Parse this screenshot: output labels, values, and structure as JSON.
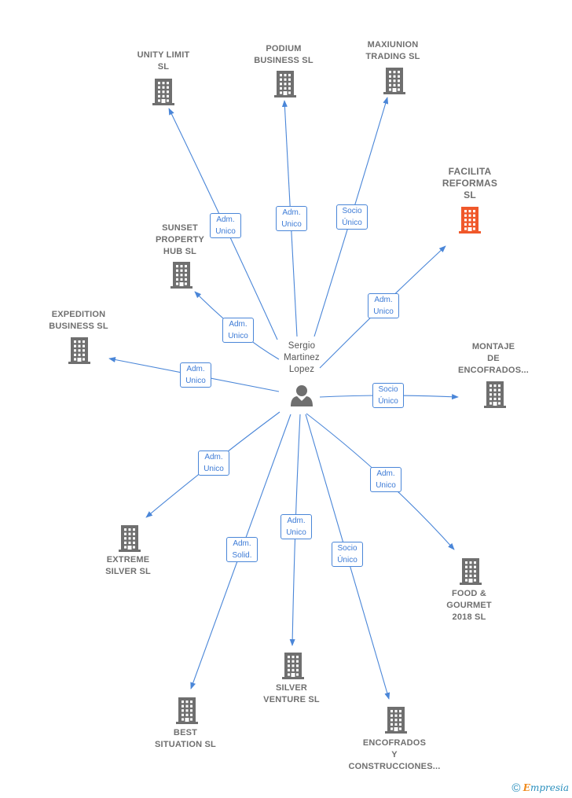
{
  "center": {
    "label": "Sergio\nMartinez\nLopez",
    "icon": "person-icon"
  },
  "nodes": [
    {
      "id": "unity",
      "label": "UNITY LIMIT\nSL",
      "icon": "building-icon"
    },
    {
      "id": "podium",
      "label": "PODIUM\nBUSINESS SL",
      "icon": "building-icon"
    },
    {
      "id": "maxiunion",
      "label": "MAXIUNION\nTRADING SL",
      "icon": "building-icon"
    },
    {
      "id": "facilita",
      "label": "FACILITA\nREFORMAS\nSL",
      "icon": "building-icon",
      "highlight": true
    },
    {
      "id": "sunset",
      "label": "SUNSET\nPROPERTY\nHUB SL",
      "icon": "building-icon"
    },
    {
      "id": "expedition",
      "label": "EXPEDITION\nBUSINESS SL",
      "icon": "building-icon"
    },
    {
      "id": "montaje",
      "label": "MONTAJE\nDE\nENCOFRADOS...",
      "icon": "building-icon"
    },
    {
      "id": "extreme",
      "label": "EXTREME\nSILVER SL",
      "icon": "building-icon"
    },
    {
      "id": "food",
      "label": "FOOD &\nGOURMET\n2018 SL",
      "icon": "building-icon"
    },
    {
      "id": "best",
      "label": "BEST\nSITUATION SL",
      "icon": "building-icon"
    },
    {
      "id": "silver",
      "label": "SILVER\nVENTURE SL",
      "icon": "building-icon"
    },
    {
      "id": "encofrados",
      "label": "ENCOFRADOS\nY\nCONSTRUCCIONES...",
      "icon": "building-icon"
    }
  ],
  "edges": [
    {
      "to": "unity",
      "label": "Adm.\nUnico"
    },
    {
      "to": "podium",
      "label": "Adm.\nUnico"
    },
    {
      "to": "maxiunion",
      "label": "Socio\nÚnico"
    },
    {
      "to": "facilita",
      "label": "Adm.\nUnico"
    },
    {
      "to": "sunset",
      "label": "Adm.\nUnico"
    },
    {
      "to": "expedition",
      "label": "Adm.\nUnico"
    },
    {
      "to": "montaje",
      "label": "Socio\nÚnico"
    },
    {
      "to": "extreme",
      "label": "Adm.\nUnico"
    },
    {
      "to": "food",
      "label": "Adm.\nUnico"
    },
    {
      "to": "best",
      "label": "Adm.\nSolid."
    },
    {
      "to": "silver",
      "label": "Adm.\nUnico"
    },
    {
      "to": "encofrados",
      "label": "Socio\nÚnico"
    }
  ],
  "colors": {
    "edge": "#4a86d8",
    "building": "#6f6f6f",
    "highlight": "#f0582a",
    "person": "#6f6f6f"
  },
  "footer": {
    "copyright": "©",
    "brand_first": "E",
    "brand_rest": "mpresia"
  }
}
